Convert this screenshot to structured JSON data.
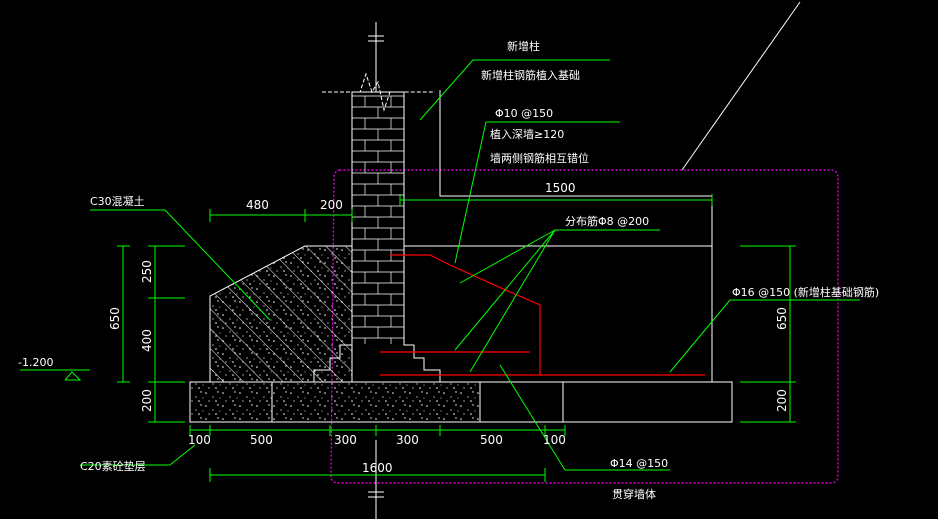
{
  "colors": {
    "background": "#000000",
    "outline": "#ffffff",
    "leader": "#00ff00",
    "rebar": "#ff0000",
    "cloud": "#ff00ff",
    "text": "#ffffff"
  },
  "labels": {
    "new_column": "新增柱",
    "column_rebar_embed": "新增柱钢筋植入基础",
    "stirrup_spec": "Φ10 @150",
    "wall_embed": "植入深墙≥120",
    "wall_both_sides": "墙两侧钢筋相互错位",
    "concrete_c30": "C30混凝土",
    "distribution_bar": "分布筋Φ8 @200",
    "base_rebar": "Φ16 @150 (新增柱基础钢筋)",
    "level": "-1.200",
    "cushion_c20": "C20素砼垫层",
    "bottom_bar": "Φ14 @150",
    "through_wall": "贯穿墙体"
  },
  "dimensions": {
    "top_480": "480",
    "top_200": "200",
    "top_1500": "1500",
    "left_250": "250",
    "left_400": "400",
    "left_650": "650",
    "left_200": "200",
    "right_650": "650",
    "right_200": "200",
    "bottom_100a": "100",
    "bottom_500a": "500",
    "bottom_300a": "300",
    "bottom_300b": "300",
    "bottom_500b": "500",
    "bottom_100b": "100",
    "bottom_1600": "1600"
  }
}
